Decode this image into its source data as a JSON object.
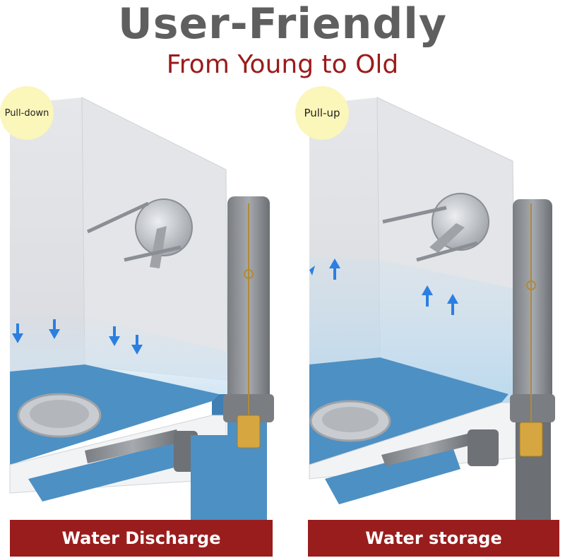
{
  "header": {
    "title": "User-Friendly",
    "subtitle": "From Young to Old"
  },
  "panels": [
    {
      "mode_label": "Pull-down",
      "caption": "Water Discharge",
      "arrow_direction": "down"
    },
    {
      "mode_label": "Pull-up",
      "caption": "Water storage",
      "arrow_direction": "up"
    }
  ],
  "colors": {
    "title": "#5f5f5f",
    "subtitle": "#9b1b1b",
    "caption_bg": "#9a1d1d",
    "badge_bg": "#fbf6ba",
    "water": "#4d90c4",
    "arrow": "#2b7fe0",
    "tub": "#e9eaec",
    "pipe": "#8c8f94",
    "brass": "#d6a640"
  }
}
